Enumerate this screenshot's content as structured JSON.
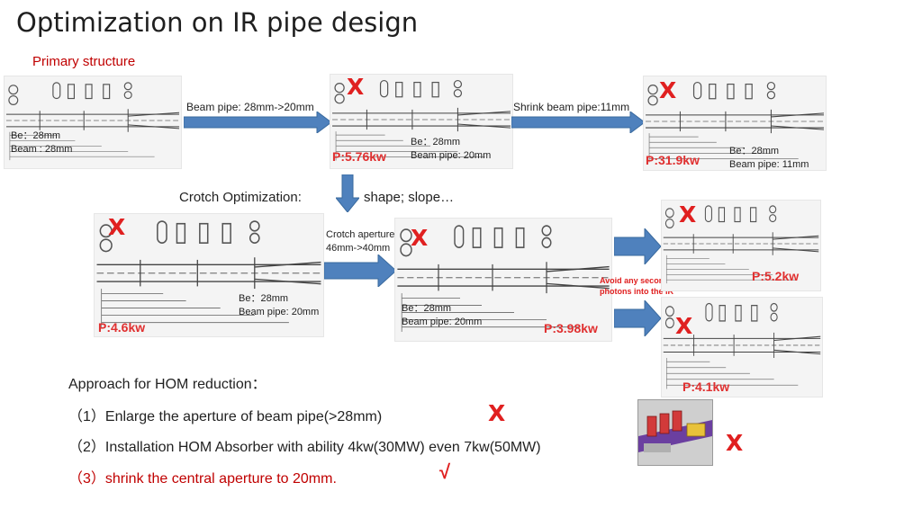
{
  "title": "Optimization on IR pipe design",
  "subtitle": "Primary structure",
  "row1": {
    "p1": {
      "line1": "Be：28mm",
      "line2": "Beam : 28mm"
    },
    "arrow1_label": "Beam pipe: 28mm->20mm",
    "p2": {
      "line1": "Be：28mm",
      "line2": "Beam pipe: 20mm",
      "power": "P:5.76kw",
      "mark": "X"
    },
    "arrow2_label": "Shrink beam pipe:11mm",
    "p3": {
      "line1": "Be：28mm",
      "line2": "Beam pipe: 11mm",
      "power": "P:31.9kw",
      "mark": "X"
    }
  },
  "crotch": {
    "label": "Crotch Optimization:",
    "detail": "shape; slope…"
  },
  "row2": {
    "p4": {
      "line1": "Be：28mm",
      "line2": "Beam pipe: 20mm",
      "power": "P:4.6kw",
      "mark": "X"
    },
    "arrow_label_1": "Crotch aperture",
    "arrow_label_2": "46mm->40mm",
    "p5": {
      "line1": "Be：28mm",
      "line2": "Beam pipe: 20mm",
      "power": "P:3.98kw",
      "mark": "X"
    },
    "p6": {
      "power": "P:5.2kw",
      "mark": "X"
    },
    "avoid_1": "Avoid any secondary",
    "avoid_2": "photons into the IR",
    "p7": {
      "power": "P:4.1kw",
      "mark": "X"
    }
  },
  "approach": {
    "heading": "Approach for HOM reduction：",
    "items": [
      {
        "text": "（1）Enlarge the aperture of beam pipe(>28mm)",
        "mark": "X"
      },
      {
        "text": "（2）Installation HOM Absorber with ability 4kw(30MW) even 7kw(50MW)",
        "mark": "X"
      },
      {
        "text": "（3）shrink the central aperture to 20mm.",
        "mark": "√"
      }
    ]
  },
  "colors": {
    "accent_red": "#e02020",
    "arrow_blue": "#4f81bd",
    "heading_red": "#c00000"
  }
}
